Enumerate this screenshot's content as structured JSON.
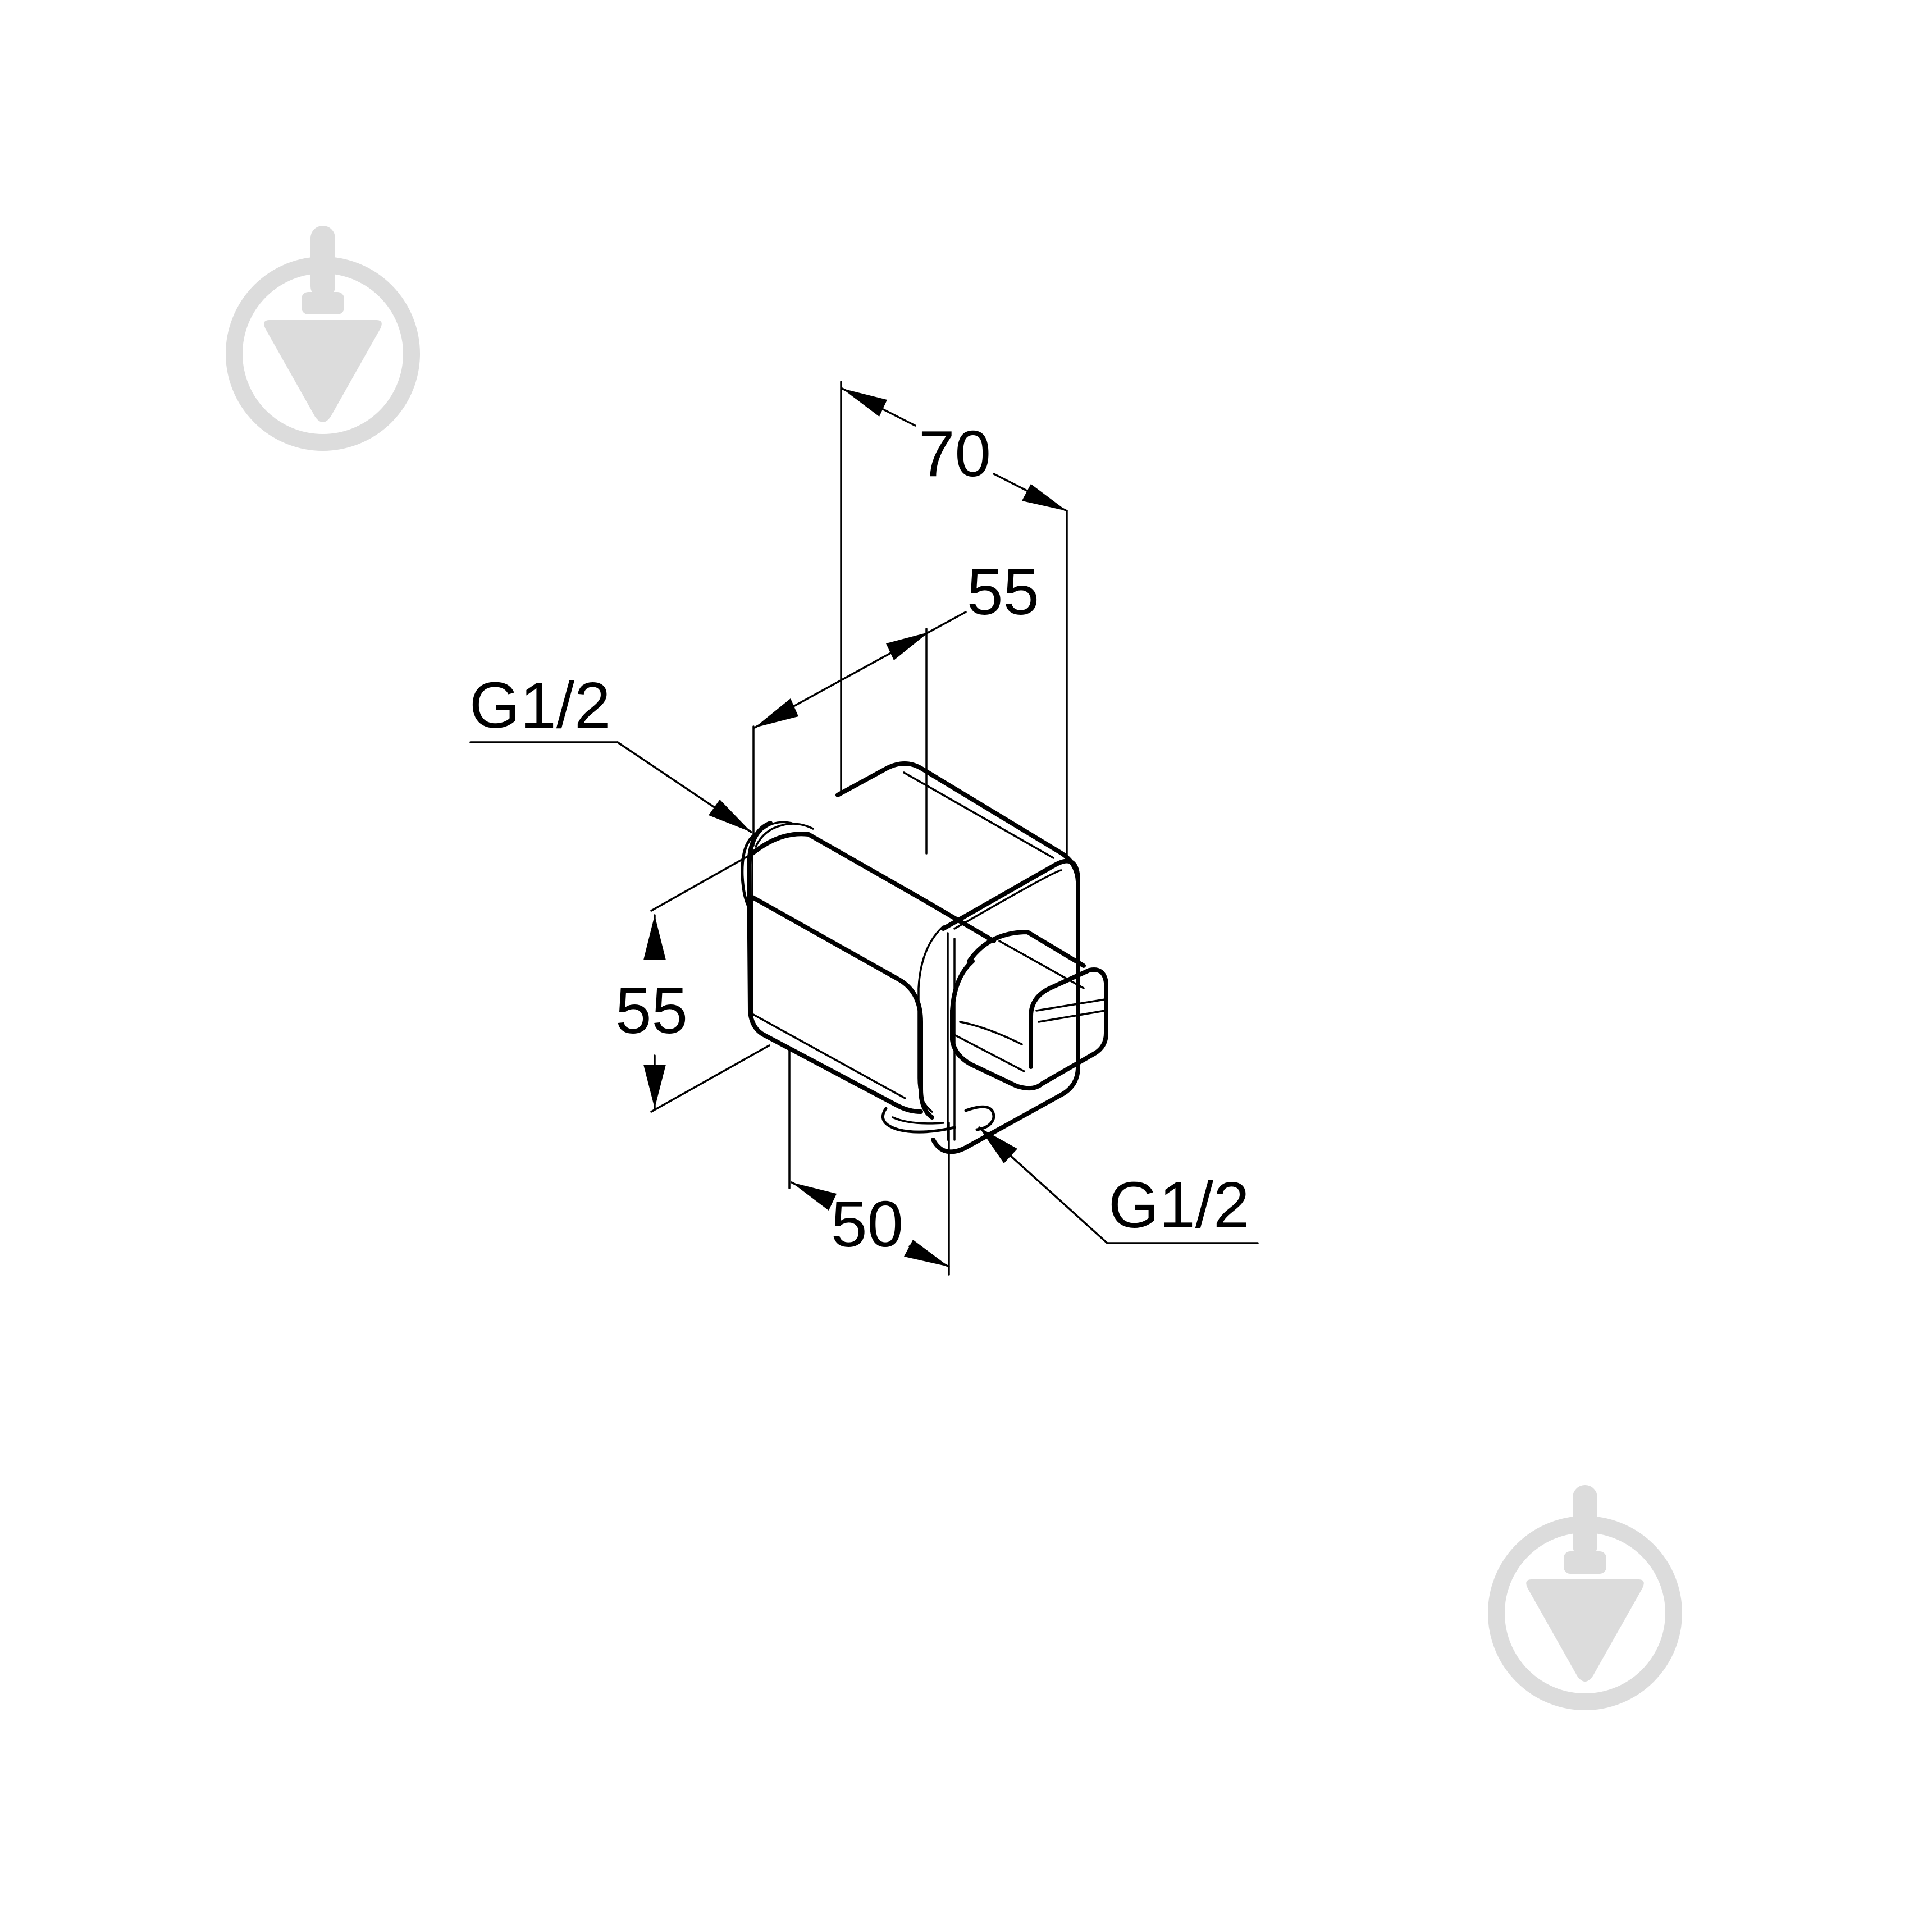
{
  "dimensions": {
    "overall_depth": "70",
    "body_depth": "55",
    "body_height": "55",
    "body_width": "50"
  },
  "connections": {
    "inlet_thread": "G1/2",
    "outlet_thread": "G1/2"
  },
  "watermark": {
    "icon": "trowel-logo-icon",
    "color": "#dcdcdc"
  },
  "line_color": "#000000"
}
